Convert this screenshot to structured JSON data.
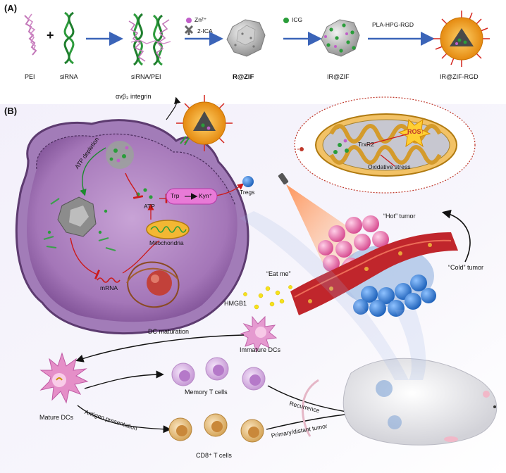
{
  "panel_a": {
    "label": "(A)",
    "items": {
      "pei": "PEI",
      "sirna": "siRNA",
      "sirna_pei": "siRNA/PEI",
      "rzif": "R@ZIF",
      "irzif": "IR@ZIF",
      "irzif_rgd": "IR@ZIF-RGD"
    },
    "reagents": {
      "zn": "Zn²⁺",
      "ica": "2-ICA",
      "icg": "ICG",
      "pla": "PLA-HPG-RGD"
    },
    "plus": "+"
  },
  "panel_b": {
    "label": "(B)",
    "integrin": "αvβ₃ integrin",
    "atp_depletion": "ATP depletion",
    "atp": "ATP",
    "trp": "Trp",
    "kyn": "Kyn⁺",
    "tregs": "Tregs",
    "mitochondria": "Mitochondria",
    "mrna": "mRNA",
    "trxr2": "TrxR2",
    "ros": "ROS↑",
    "oxidative_stress": "Oxidative stress",
    "hot_tumor": "“Hot” tumor",
    "cold_tumor": "“Cold” tumor",
    "eat_me": "“Eat me”",
    "hmgb1": "HMGB1",
    "dc_maturation": "DC maturation",
    "immature_dcs": "Immature DCs",
    "mature_dcs": "Mature DCs",
    "memory_t": "Memory T cells",
    "antigen": "Antigen presentation",
    "cd8": "CD8⁺ T cells",
    "recurrence": "Recurrence",
    "primary": "Primary/distant tumor"
  },
  "colors": {
    "cell_purple": "#b38ac4",
    "red_arrow": "#cc1a1a",
    "blue_arrow": "#3b64b8",
    "nanoparticle_orange": "#f2a21a",
    "zn_purple": "#c05fc9",
    "icg_green": "#2a9d3a"
  }
}
